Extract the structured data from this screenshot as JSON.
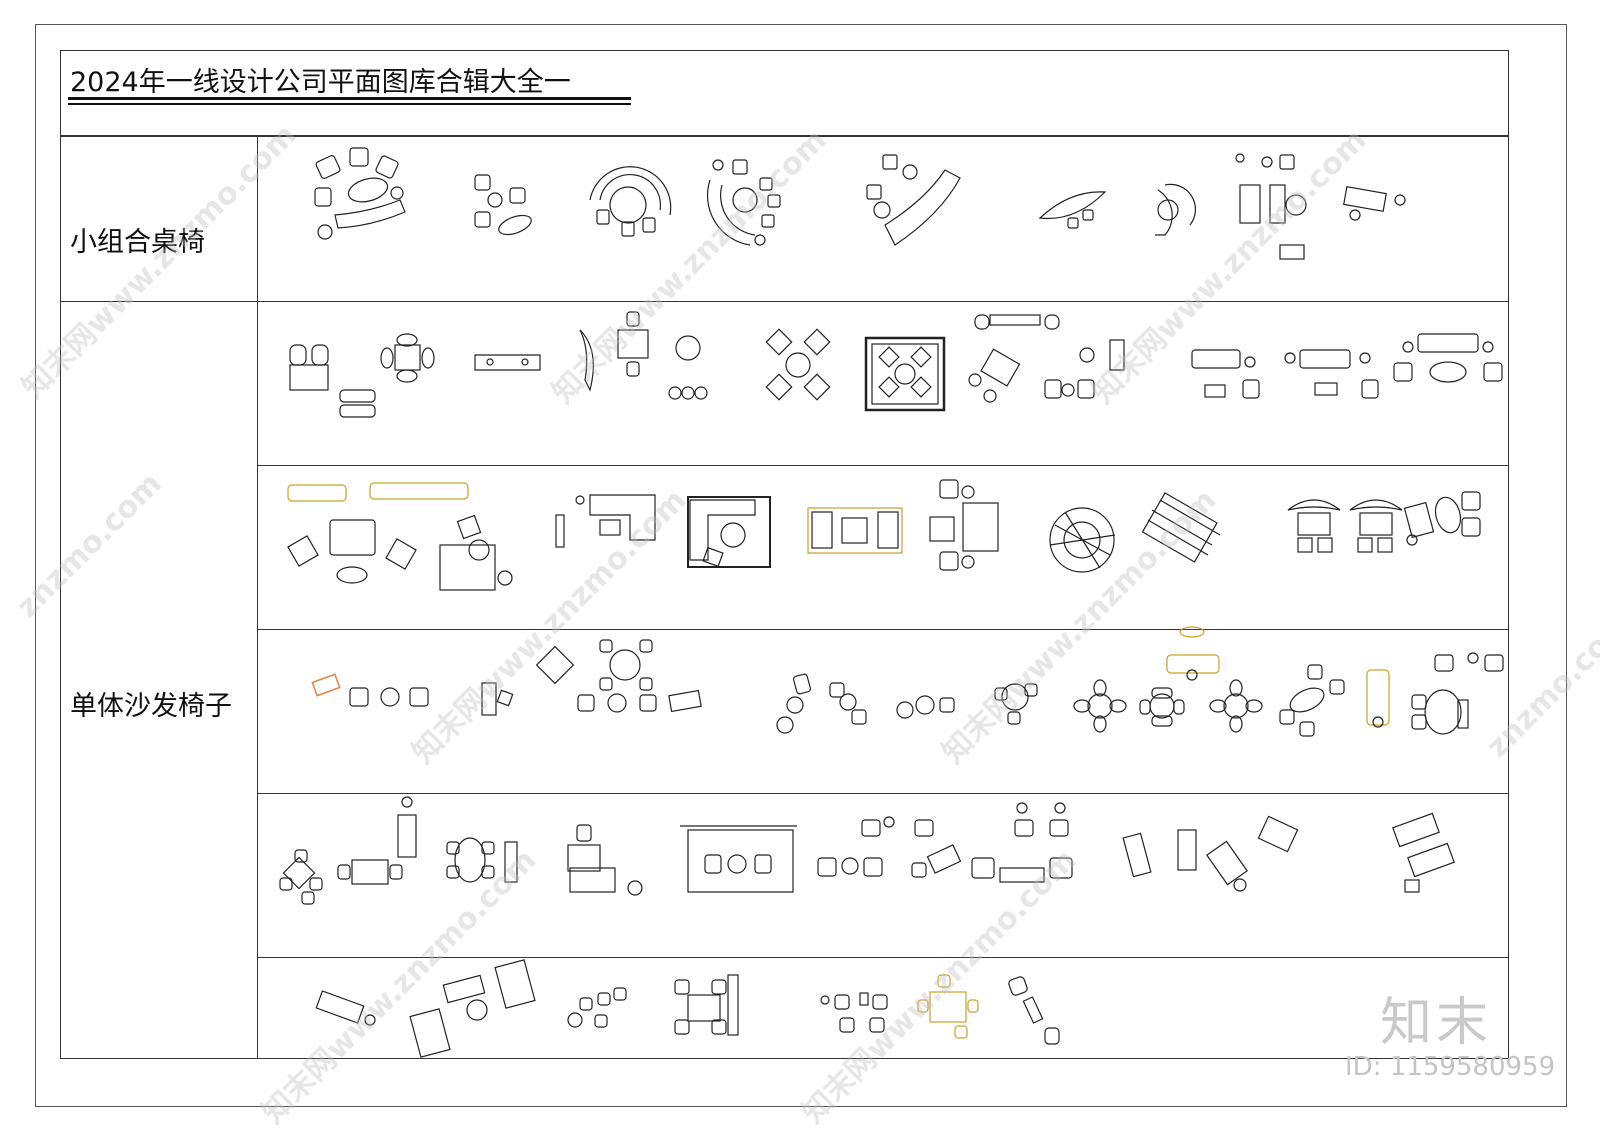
{
  "title": "2024年一线设计公司平面图库合辑大全一",
  "categories": [
    {
      "label": "小组合桌椅"
    },
    {
      "label": "单体沙发椅子"
    }
  ],
  "watermark": {
    "brand": "知末",
    "id_text": "ID: 1159580959",
    "site": "znzmo.com",
    "site_cn": "知末网www.znzmo.com"
  },
  "colors": {
    "line": "#222222",
    "accent_gold": "#c9a227",
    "accent_orange": "#e0894d",
    "watermark": "#c4c4c4"
  }
}
